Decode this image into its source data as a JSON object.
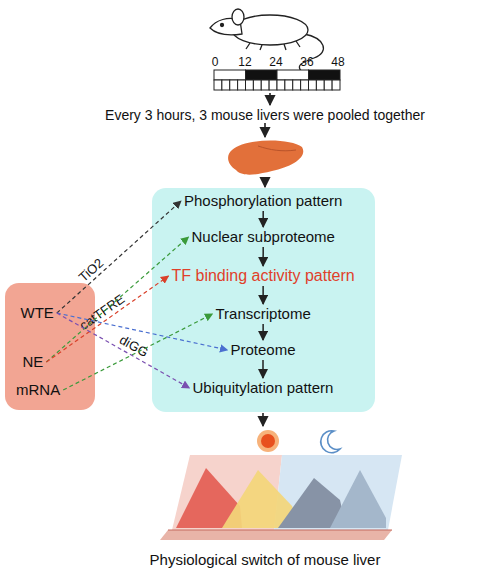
{
  "diagram": {
    "caption": "Physiological switch of mouse liver",
    "nodes": [
      {
        "text": []
      },
      {
        "text": [
          "Phosphorylation pattern"
        ],
        "in": 0
      },
      {
        "text": [
          "Nuclear subproteome"
        ],
        "in": 0
      },
      {
        "text": [
          "TF binding activity pattern"
        ],
        "in": 0
      },
      {
        "text": [
          "Transcriptome"
        ],
        "in": 0
      },
      {
        "text": [
          "Proteome"
        ],
        "in": 0
      },
      {
        "text": [
          "Ubiquitylation pattern"
        ],
        "in": 0
      },
      {
        "text": []
      },
      {
        "text": [
          "WTE"
        ],
        "in": 7
      },
      {
        "text": [
          "NE"
        ],
        "in": 7
      },
      {
        "text": [
          "mRNA"
        ],
        "in": 7
      }
    ],
    "edges": [
      {
        "from": 1,
        "to": 2,
        "arrow": "to"
      },
      {
        "from": 2,
        "to": 3,
        "arrow": "to"
      },
      {
        "from": 3,
        "to": 4,
        "arrow": "to"
      },
      {
        "from": 4,
        "to": 5,
        "arrow": "to"
      },
      {
        "from": 5,
        "to": 6,
        "arrow": "to"
      },
      {
        "from": 8,
        "to": 1,
        "label": "TiO2",
        "arrow": "to"
      },
      {
        "from": 9,
        "to": 2,
        "arrow": "to"
      },
      {
        "from": 9,
        "to": 3,
        "label": "catTFRE",
        "arrow": "to"
      },
      {
        "from": 10,
        "to": 4,
        "arrow": "to"
      },
      {
        "from": 8,
        "to": 5,
        "arrow": "to"
      },
      {
        "from": 8,
        "to": 6,
        "label": "diGG",
        "arrow": "to"
      }
    ],
    "labels": [
      "0",
      "12",
      "24",
      "36",
      "48",
      "Every 3 hours, 3 mouse livers were pooled together"
    ]
  }
}
